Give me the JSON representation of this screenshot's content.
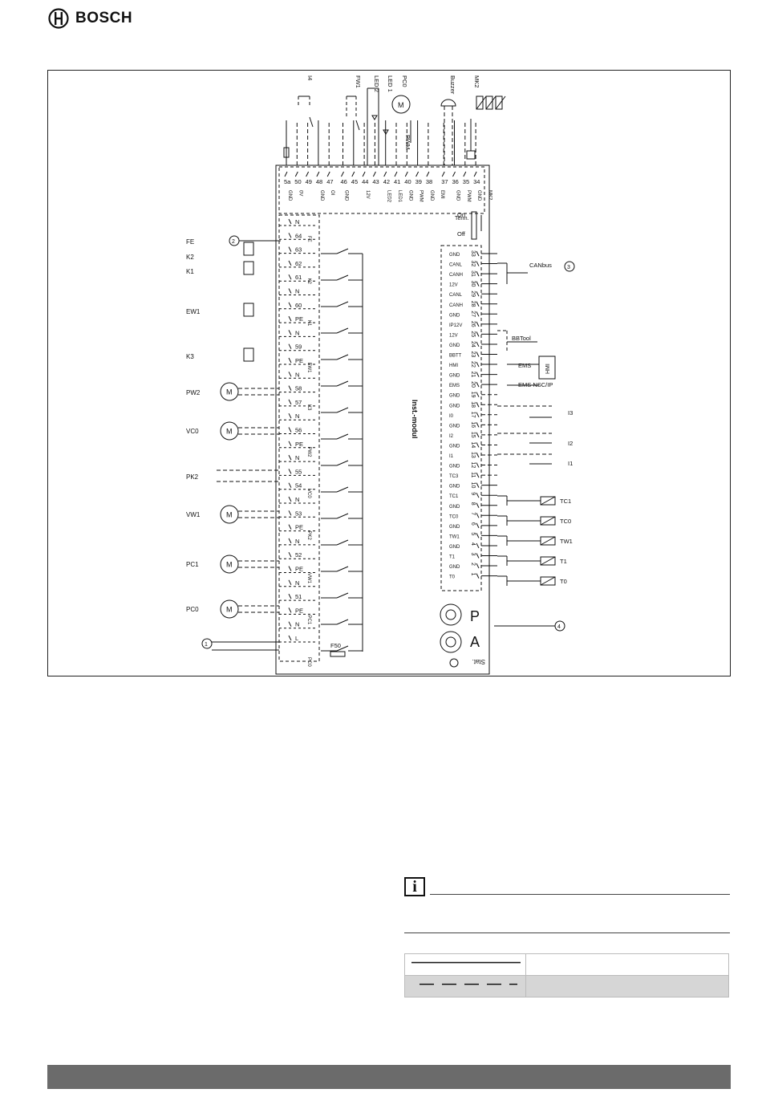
{
  "brand": {
    "name": "BOSCH",
    "logo_icon": "bosch-armature-icon"
  },
  "diagram": {
    "module_label": "Inst.-modul",
    "top_devices": [
      "I4",
      "FW1",
      "LED 2",
      "LED 1",
      "PC0",
      "Buzzer",
      "MK2"
    ],
    "pwm_label": "PWM",
    "top_terminals": [
      "5a",
      "50",
      "49",
      "48",
      "47",
      "46",
      "45",
      "44",
      "43",
      "42",
      "41",
      "40",
      "39",
      "38",
      "37",
      "36",
      "35",
      "34"
    ],
    "top_terminal_labels": [
      "GND",
      "0V",
      "",
      "GND",
      "OI",
      "GND",
      "",
      "12V",
      "",
      "LED2",
      "LED1",
      "GND",
      "PWM",
      "GND",
      "EMI",
      "GND",
      "PWM",
      "GND",
      "MK2"
    ],
    "left_devices": [
      "FE",
      "K2",
      "K1",
      "EW1",
      "K3",
      "PW2",
      "VC0",
      "PK2",
      "VW1",
      "PC1",
      "PC0"
    ],
    "left_rows": [
      "N",
      "64",
      "63",
      "62",
      "61",
      "N",
      "60",
      "PE",
      "N",
      "59",
      "PE",
      "N",
      "58",
      "57",
      "N",
      "56",
      "PE",
      "N",
      "55",
      "54",
      "N",
      "53",
      "PE",
      "N",
      "52",
      "PE",
      "N",
      "51",
      "PE",
      "N",
      "L"
    ],
    "relay_labels": [
      "FE",
      "K2",
      "K1",
      "EW1",
      "K3",
      "PW2",
      "VC0",
      "PK2",
      "VW1",
      "PC1",
      "PC0"
    ],
    "fuse_label": "F50",
    "motor_symbol": "M",
    "term_switch": {
      "label": "Term.",
      "on": "On",
      "off": "Off"
    },
    "right_rows": [
      {
        "num": "33",
        "label": "GND"
      },
      {
        "num": "32",
        "label": "CANL"
      },
      {
        "num": "31",
        "label": "CANH"
      },
      {
        "num": "30",
        "label": "12V"
      },
      {
        "num": "29",
        "label": "CANL"
      },
      {
        "num": "28",
        "label": "CANH"
      },
      {
        "num": "27",
        "label": "GND"
      },
      {
        "num": "26",
        "label": "IP12V"
      },
      {
        "num": "25",
        "label": "12V"
      },
      {
        "num": "24",
        "label": "GND"
      },
      {
        "num": "23",
        "label": "BBTT"
      },
      {
        "num": "22",
        "label": "HMI"
      },
      {
        "num": "21",
        "label": "GND"
      },
      {
        "num": "20",
        "label": "EMS"
      },
      {
        "num": "19",
        "label": "GND"
      },
      {
        "num": "18",
        "label": "GND"
      },
      {
        "num": "17",
        "label": "I0"
      },
      {
        "num": "16",
        "label": "GND"
      },
      {
        "num": "15",
        "label": "I2"
      },
      {
        "num": "14",
        "label": "GND"
      },
      {
        "num": "13",
        "label": "I1"
      },
      {
        "num": "12",
        "label": "GND"
      },
      {
        "num": "11",
        "label": "TC3"
      },
      {
        "num": "10",
        "label": "GND"
      },
      {
        "num": "9",
        "label": "TC1"
      },
      {
        "num": "8",
        "label": "GND"
      },
      {
        "num": "7",
        "label": "TC0"
      },
      {
        "num": "6",
        "label": "GND"
      },
      {
        "num": "5",
        "label": "TW1"
      },
      {
        "num": "4",
        "label": "GND"
      },
      {
        "num": "3",
        "label": "T1"
      },
      {
        "num": "2",
        "label": "GND"
      },
      {
        "num": "1",
        "label": "T0"
      }
    ],
    "right_devices": {
      "canbus": "CANbus",
      "bbtool": "BBTool",
      "ems": "EMS",
      "hmi": "HMI",
      "ems_nsc": "EMS NSC/IP",
      "i3": "I3",
      "i2": "I2",
      "i1": "I1",
      "tc1": "TC1",
      "tc0": "TC0",
      "tw1": "TW1",
      "t1": "T1",
      "t0": "T0"
    },
    "rotary_p": "P",
    "rotary_a": "A",
    "stat_label": "Stat.",
    "callouts": [
      "1",
      "2",
      "3",
      "4"
    ]
  },
  "info_icon": "info-icon",
  "colors": {
    "footer_bar": "#6b6b6b",
    "legend_alt": "#d6d6d6"
  }
}
